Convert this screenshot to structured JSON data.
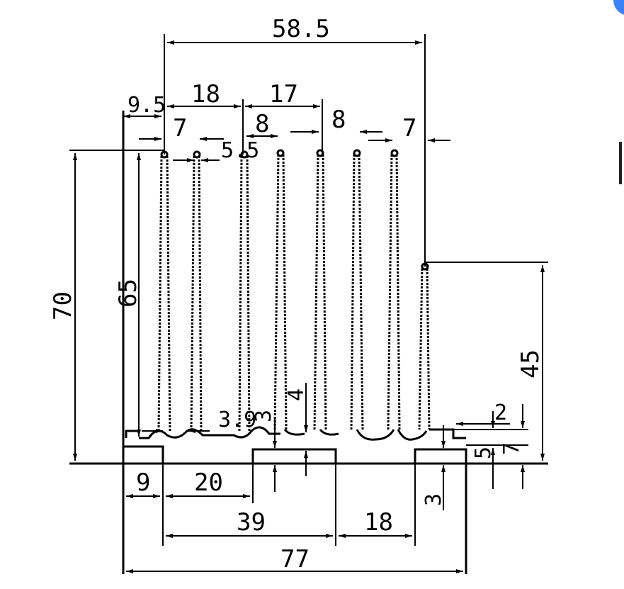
{
  "accent_color": "#3b82f6",
  "dimensions": {
    "top_width": "58.5",
    "left_offset": "9.5",
    "gap_18": "18",
    "gap_17": "17",
    "fin_7a": "7",
    "fin_8a": "8",
    "fin_8b": "8",
    "fin_7b": "7",
    "fin_5_5": "5.5",
    "height_70": "70",
    "height_65": "65",
    "base_3_9": "3.9",
    "base_3": "3",
    "base_4": "4",
    "right_2": "2",
    "right_5": "5",
    "right_7": "7",
    "right_45": "45",
    "bottom_9": "9",
    "bottom_20": "20",
    "bottom_3": "3",
    "bottom_39": "39",
    "bottom_18": "18",
    "bottom_77": "77"
  }
}
